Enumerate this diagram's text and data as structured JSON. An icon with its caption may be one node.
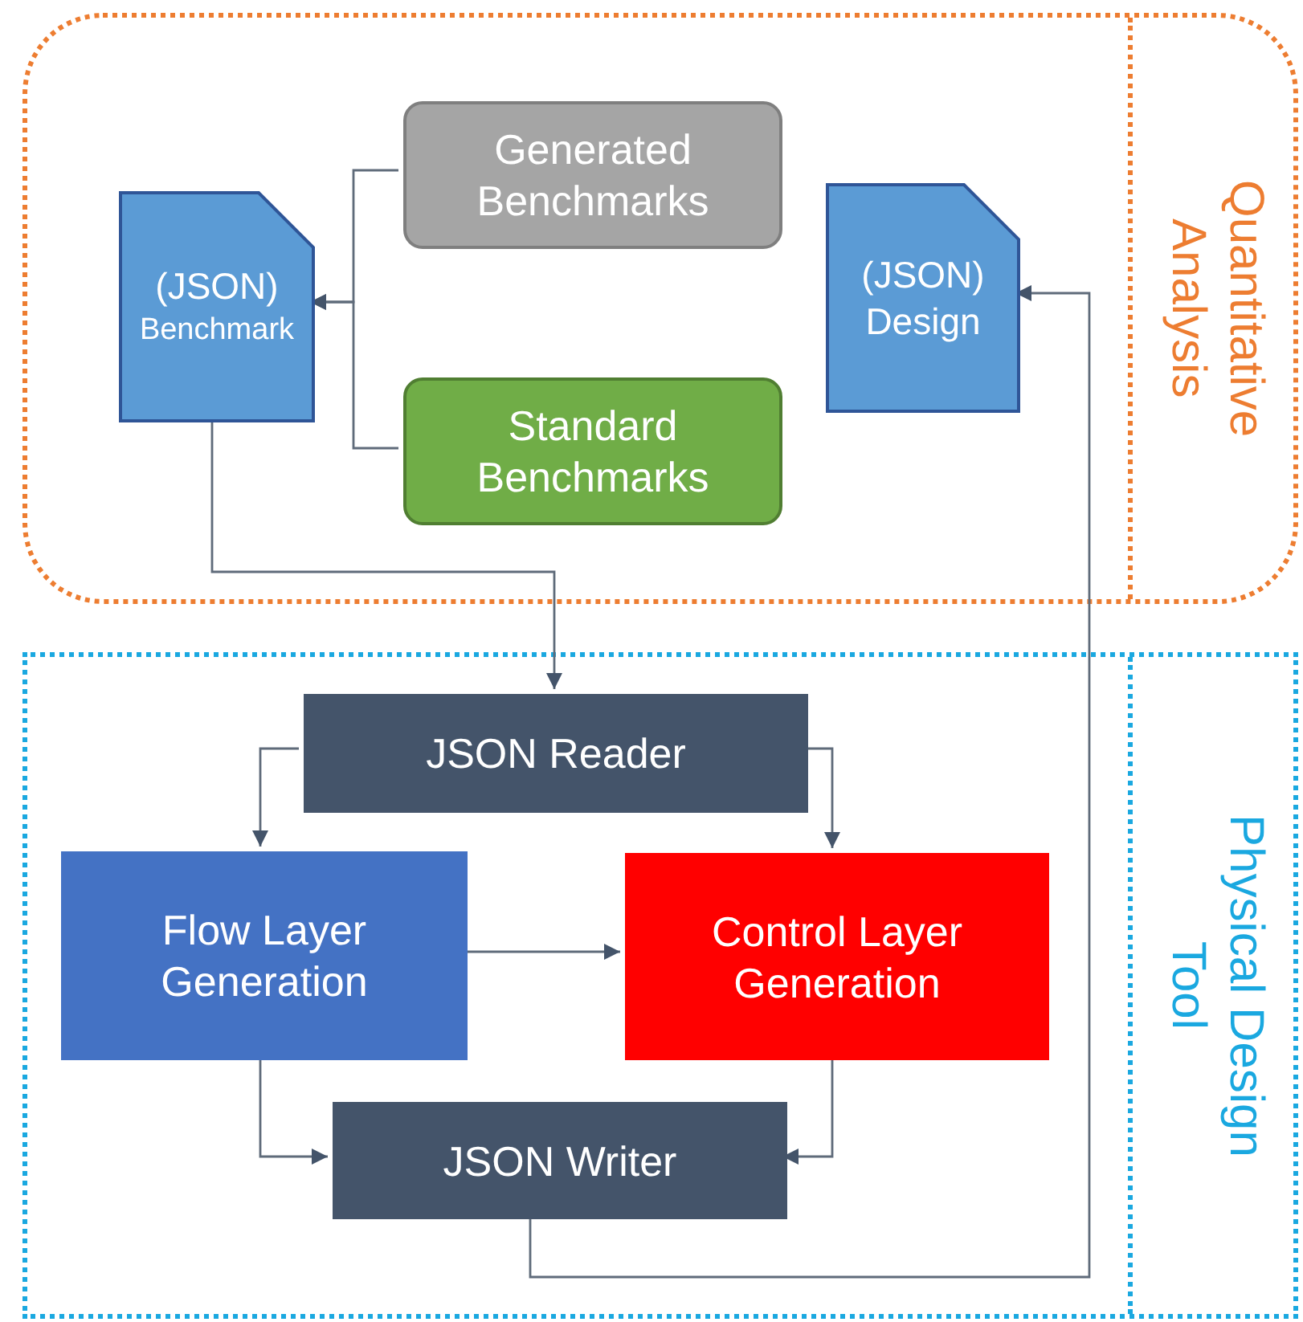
{
  "diagram": {
    "nodes": [
      {
        "text": [
          "Quantitative Analysis"
        ]
      },
      {
        "text": [
          "Generated Benchmarks"
        ],
        "in": 0
      },
      {
        "text": [
          "(JSON)",
          "Benchmark"
        ],
        "in": 0
      },
      {
        "text": [
          "Standard Benchmarks"
        ],
        "in": 0
      },
      {
        "text": [
          "(JSON) Design"
        ],
        "in": 0
      },
      {
        "text": [
          "Physical Design Tool"
        ]
      },
      {
        "text": [
          "JSON Reader"
        ],
        "in": 5
      },
      {
        "text": [
          "Flow Layer Generation"
        ],
        "in": 5
      },
      {
        "text": [
          "Control Layer Generation"
        ],
        "in": 5
      },
      {
        "text": [
          "JSON Writer"
        ],
        "in": 5
      }
    ],
    "edges": [
      {
        "from": 1,
        "to": 2,
        "arrow": "to"
      },
      {
        "from": 3,
        "to": 2,
        "arrow": "to"
      },
      {
        "from": 2,
        "to": 6,
        "arrow": "to"
      },
      {
        "from": 6,
        "to": 7,
        "arrow": "to"
      },
      {
        "from": 6,
        "to": 8,
        "arrow": "to"
      },
      {
        "from": 7,
        "to": 8,
        "arrow": "to"
      },
      {
        "from": 7,
        "to": 9,
        "arrow": "to"
      },
      {
        "from": 8,
        "to": 9,
        "arrow": "to"
      },
      {
        "from": 9,
        "to": 4,
        "arrow": "to"
      }
    ]
  }
}
